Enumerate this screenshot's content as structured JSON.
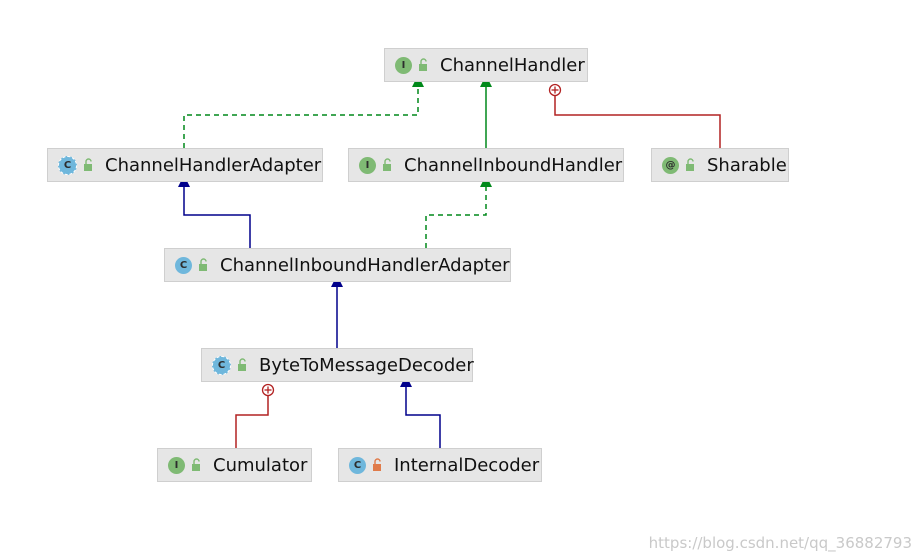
{
  "nodes": {
    "channel_handler": {
      "name": "ChannelHandler",
      "kind": "interface",
      "kind_letter": "I",
      "access": "public"
    },
    "channel_handler_adapter": {
      "name": "ChannelHandlerAdapter",
      "kind": "abstract",
      "kind_letter": "C",
      "access": "public"
    },
    "channel_inbound_handler": {
      "name": "ChannelInboundHandler",
      "kind": "interface",
      "kind_letter": "I",
      "access": "public"
    },
    "sharable": {
      "name": "Sharable",
      "kind": "annotation",
      "kind_letter": "@",
      "access": "public"
    },
    "channel_inbound_handler_adapter": {
      "name": "ChannelInboundHandlerAdapter",
      "kind": "class",
      "kind_letter": "C",
      "access": "public"
    },
    "byte_to_message_decoder": {
      "name": "ByteToMessageDecoder",
      "kind": "abstract",
      "kind_letter": "C",
      "access": "public"
    },
    "cumulator": {
      "name": "Cumulator",
      "kind": "interface",
      "kind_letter": "I",
      "access": "public"
    },
    "internal_decoder": {
      "name": "InternalDecoder",
      "kind": "class",
      "kind_letter": "C",
      "access": "private"
    }
  },
  "edges": [
    {
      "from": "channel_handler_adapter",
      "to": "channel_handler",
      "relation": "implements"
    },
    {
      "from": "channel_inbound_handler",
      "to": "channel_handler",
      "relation": "extends"
    },
    {
      "from": "sharable",
      "to": "channel_handler",
      "relation": "inner"
    },
    {
      "from": "channel_inbound_handler_adapter",
      "to": "channel_handler_adapter",
      "relation": "extends"
    },
    {
      "from": "channel_inbound_handler_adapter",
      "to": "channel_inbound_handler",
      "relation": "implements"
    },
    {
      "from": "byte_to_message_decoder",
      "to": "channel_inbound_handler_adapter",
      "relation": "extends"
    },
    {
      "from": "cumulator",
      "to": "byte_to_message_decoder",
      "relation": "inner"
    },
    {
      "from": "internal_decoder",
      "to": "byte_to_message_decoder",
      "relation": "extends"
    }
  ],
  "colors": {
    "implements": "#00891a",
    "extends_class": "#00008b",
    "extends_interface": "#00891a",
    "inner": "#b22222",
    "public_lock": "#7fba74",
    "private_lock": "#e07b4a"
  },
  "watermark": "https://blog.csdn.net/qq_36882793"
}
